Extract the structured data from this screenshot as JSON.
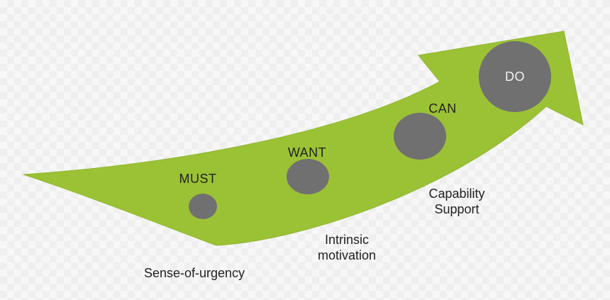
{
  "colors": {
    "arrow": "#9bc234",
    "circle": "#707070",
    "text": "#222222",
    "do_text": "#f2f2f2"
  },
  "stages": [
    {
      "label": "MUST"
    },
    {
      "label": "WANT"
    },
    {
      "label": "CAN"
    },
    {
      "label": "DO"
    }
  ],
  "descriptions": {
    "urgency": "Sense-of-urgency",
    "intrinsic_line1": "Intrinsic",
    "intrinsic_line2": "motivation",
    "capability_line1": "Capability",
    "capability_line2": "Support"
  }
}
